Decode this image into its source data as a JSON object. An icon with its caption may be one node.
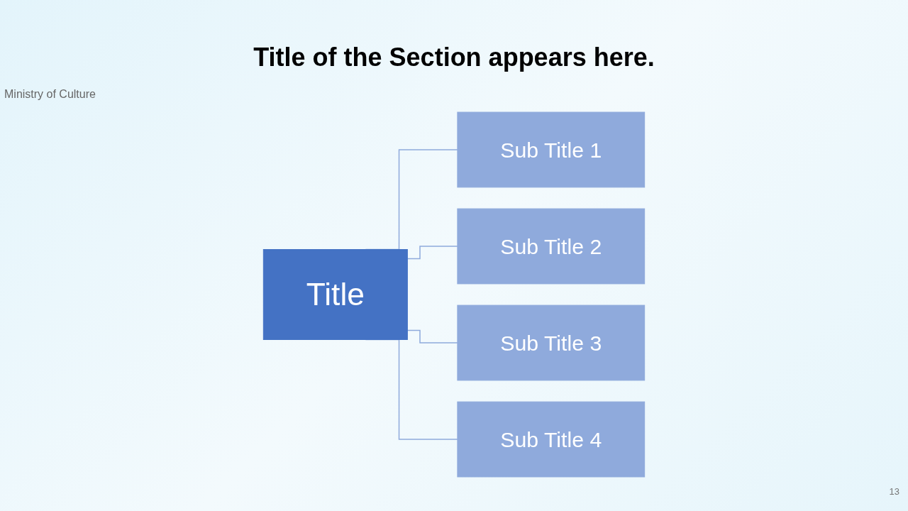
{
  "diagram": {
    "title": "Title of the Section appears here.",
    "nodes": [
      {
        "text": [
          "Title"
        ]
      },
      {
        "text": [
          "Sub Title 1"
        ]
      },
      {
        "text": [
          "Sub Title 2"
        ]
      },
      {
        "text": [
          "Sub Title 3"
        ]
      },
      {
        "text": [
          "Sub Title 4"
        ]
      }
    ],
    "edges": [
      {
        "from": 0,
        "to": 1,
        "arrow": "none"
      },
      {
        "from": 0,
        "to": 2,
        "arrow": "none"
      },
      {
        "from": 0,
        "to": 3,
        "arrow": "none"
      },
      {
        "from": 0,
        "to": 4,
        "arrow": "none"
      }
    ],
    "labels": [
      "Ministry of Culture",
      "13"
    ]
  }
}
